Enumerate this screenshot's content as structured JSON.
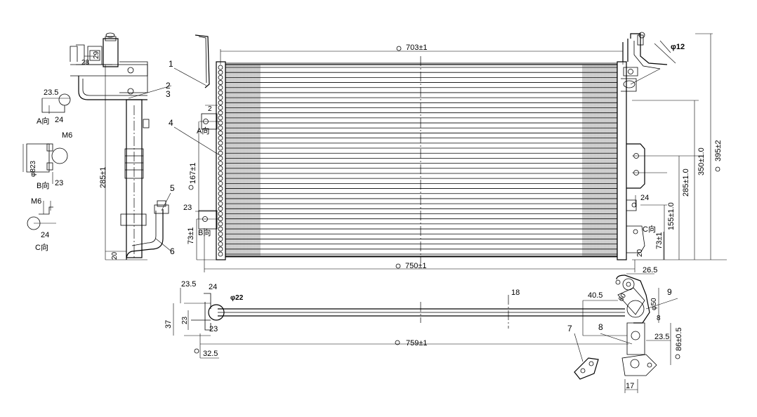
{
  "parts": {
    "p1": "1",
    "p2": "2",
    "p3": "3",
    "p4": "4",
    "p5": "5",
    "p6": "6",
    "p7": "7",
    "p8": "8",
    "p9": "9"
  },
  "views": {
    "a": "A向",
    "b": "B向",
    "c": "C向",
    "a2": "A向",
    "b2": "B向",
    "c2": "C向"
  },
  "dims": {
    "top_width": "703±1",
    "bottom_width": "750±1",
    "tube_length": "759±1",
    "height_total": "395±2",
    "height_350": "350±1.0",
    "height_285r": "285±1.0",
    "height_155": "155±1.0",
    "r73": "73±1",
    "r20": "20",
    "r24": "24",
    "l167": "167±1",
    "l73": "73±1",
    "l23": "23",
    "l2": "2",
    "side_285": "285±1",
    "side_20": "20",
    "pipe_29": "29",
    "pipe_28": "28",
    "va_235": "23.5",
    "va_24": "24",
    "vb_m6": "M6",
    "vb_23": "23",
    "vb_phi8": "φ8",
    "vb_23b": "23",
    "vc_m6": "M6",
    "vc_24": "24",
    "phi12": "φ12",
    "b_235": "23.5",
    "b_24": "24",
    "b_37": "37",
    "b_23": "23",
    "b_23b": "23",
    "b_325": "32.5",
    "phi22": "φ22",
    "b_18": "18",
    "b_405": "40.5",
    "b_265": "26.5",
    "b_phi50": "φ50",
    "b_8": "8",
    "b_235r": "23.5",
    "b_86": "86±0.5",
    "b_17": "17",
    "b_60": "60"
  }
}
